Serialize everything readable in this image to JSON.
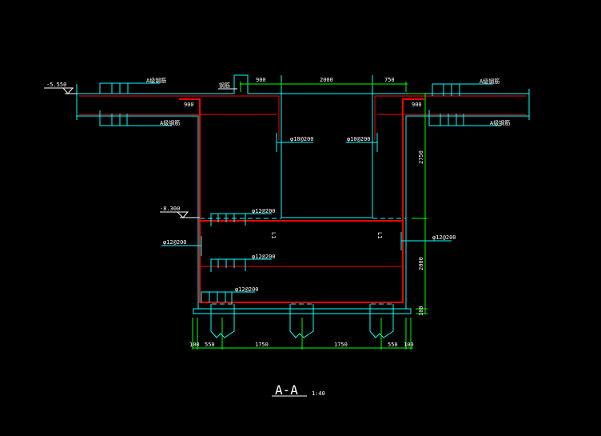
{
  "drawing": {
    "title": "A-A",
    "scale": "1:40",
    "level_top": "-5.550",
    "level_floor": "-8.300",
    "rebar_labels": {
      "top_left_upper": "A级钢筋",
      "top_left_lower": "A级钢筋",
      "top_right_upper": "A级钢筋",
      "top_right_lower": "A级钢筋",
      "parapet": "钢筋",
      "wall_left_inner": "φ10@200",
      "wall_right_inner": "φ10@200",
      "floor_upper": "φ12@200",
      "wall_left": "φ12@200",
      "wall_right": "φ12@200",
      "floor_lower": "φ12@200",
      "base": "φ12@200"
    },
    "section_marks": [
      "L1",
      "L1"
    ],
    "dims_top": [
      "900",
      "2000",
      "750"
    ],
    "dims_haunch": [
      "900",
      "900"
    ],
    "dims_right": [
      "2750",
      "2000",
      "100"
    ],
    "dims_bottom": [
      "100",
      "550",
      "1750",
      "1750",
      "550",
      "100"
    ]
  },
  "colors": {
    "outline": "#00ffff",
    "rebar": "#ff0000",
    "dimension": "#00ff00",
    "text": "#ffffff"
  }
}
